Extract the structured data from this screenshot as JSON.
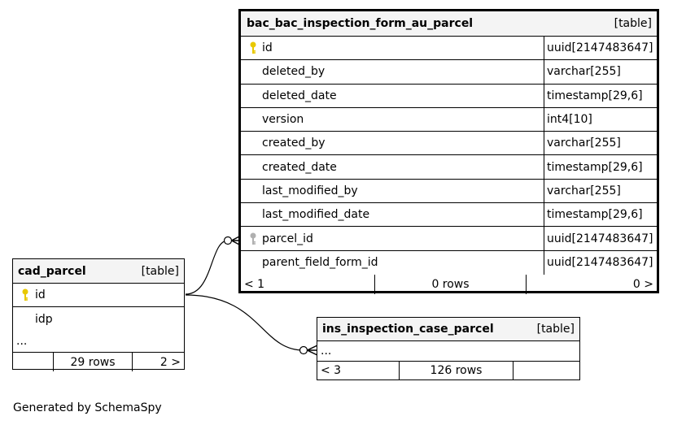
{
  "tables": {
    "focus": {
      "name": "bac_bac_inspection_form_au_parcel",
      "tag": "[table]",
      "columns": [
        {
          "name": "id",
          "type": "uuid[2147483647]",
          "key": "primary"
        },
        {
          "name": "deleted_by",
          "type": "varchar[255]",
          "key": ""
        },
        {
          "name": "deleted_date",
          "type": "timestamp[29,6]",
          "key": ""
        },
        {
          "name": "version",
          "type": "int4[10]",
          "key": ""
        },
        {
          "name": "created_by",
          "type": "varchar[255]",
          "key": ""
        },
        {
          "name": "created_date",
          "type": "timestamp[29,6]",
          "key": ""
        },
        {
          "name": "last_modified_by",
          "type": "varchar[255]",
          "key": ""
        },
        {
          "name": "last_modified_date",
          "type": "timestamp[29,6]",
          "key": ""
        },
        {
          "name": "parcel_id",
          "type": "uuid[2147483647]",
          "key": "foreign"
        },
        {
          "name": "parent_field_form_id",
          "type": "uuid[2147483647]",
          "key": ""
        }
      ],
      "footer": {
        "left": "< 1",
        "center": "0 rows",
        "right": "0 >"
      }
    },
    "cad_parcel": {
      "name": "cad_parcel",
      "tag": "[table]",
      "columns": [
        {
          "name": "id",
          "key": "primary"
        },
        {
          "name": "idp",
          "key": ""
        }
      ],
      "more": "...",
      "footer": {
        "left": "",
        "center": "29 rows",
        "right": "2 >"
      }
    },
    "ins_case": {
      "name": "ins_inspection_case_parcel",
      "tag": "[table]",
      "more": "...",
      "footer": {
        "left": "< 3",
        "center": "126 rows",
        "right": ""
      }
    }
  },
  "caption": "Generated by SchemaSpy",
  "colors": {
    "primary_key": "#e8c800",
    "foreign_key": "#b0b0b0",
    "header_bg": "#f4f4f4"
  }
}
